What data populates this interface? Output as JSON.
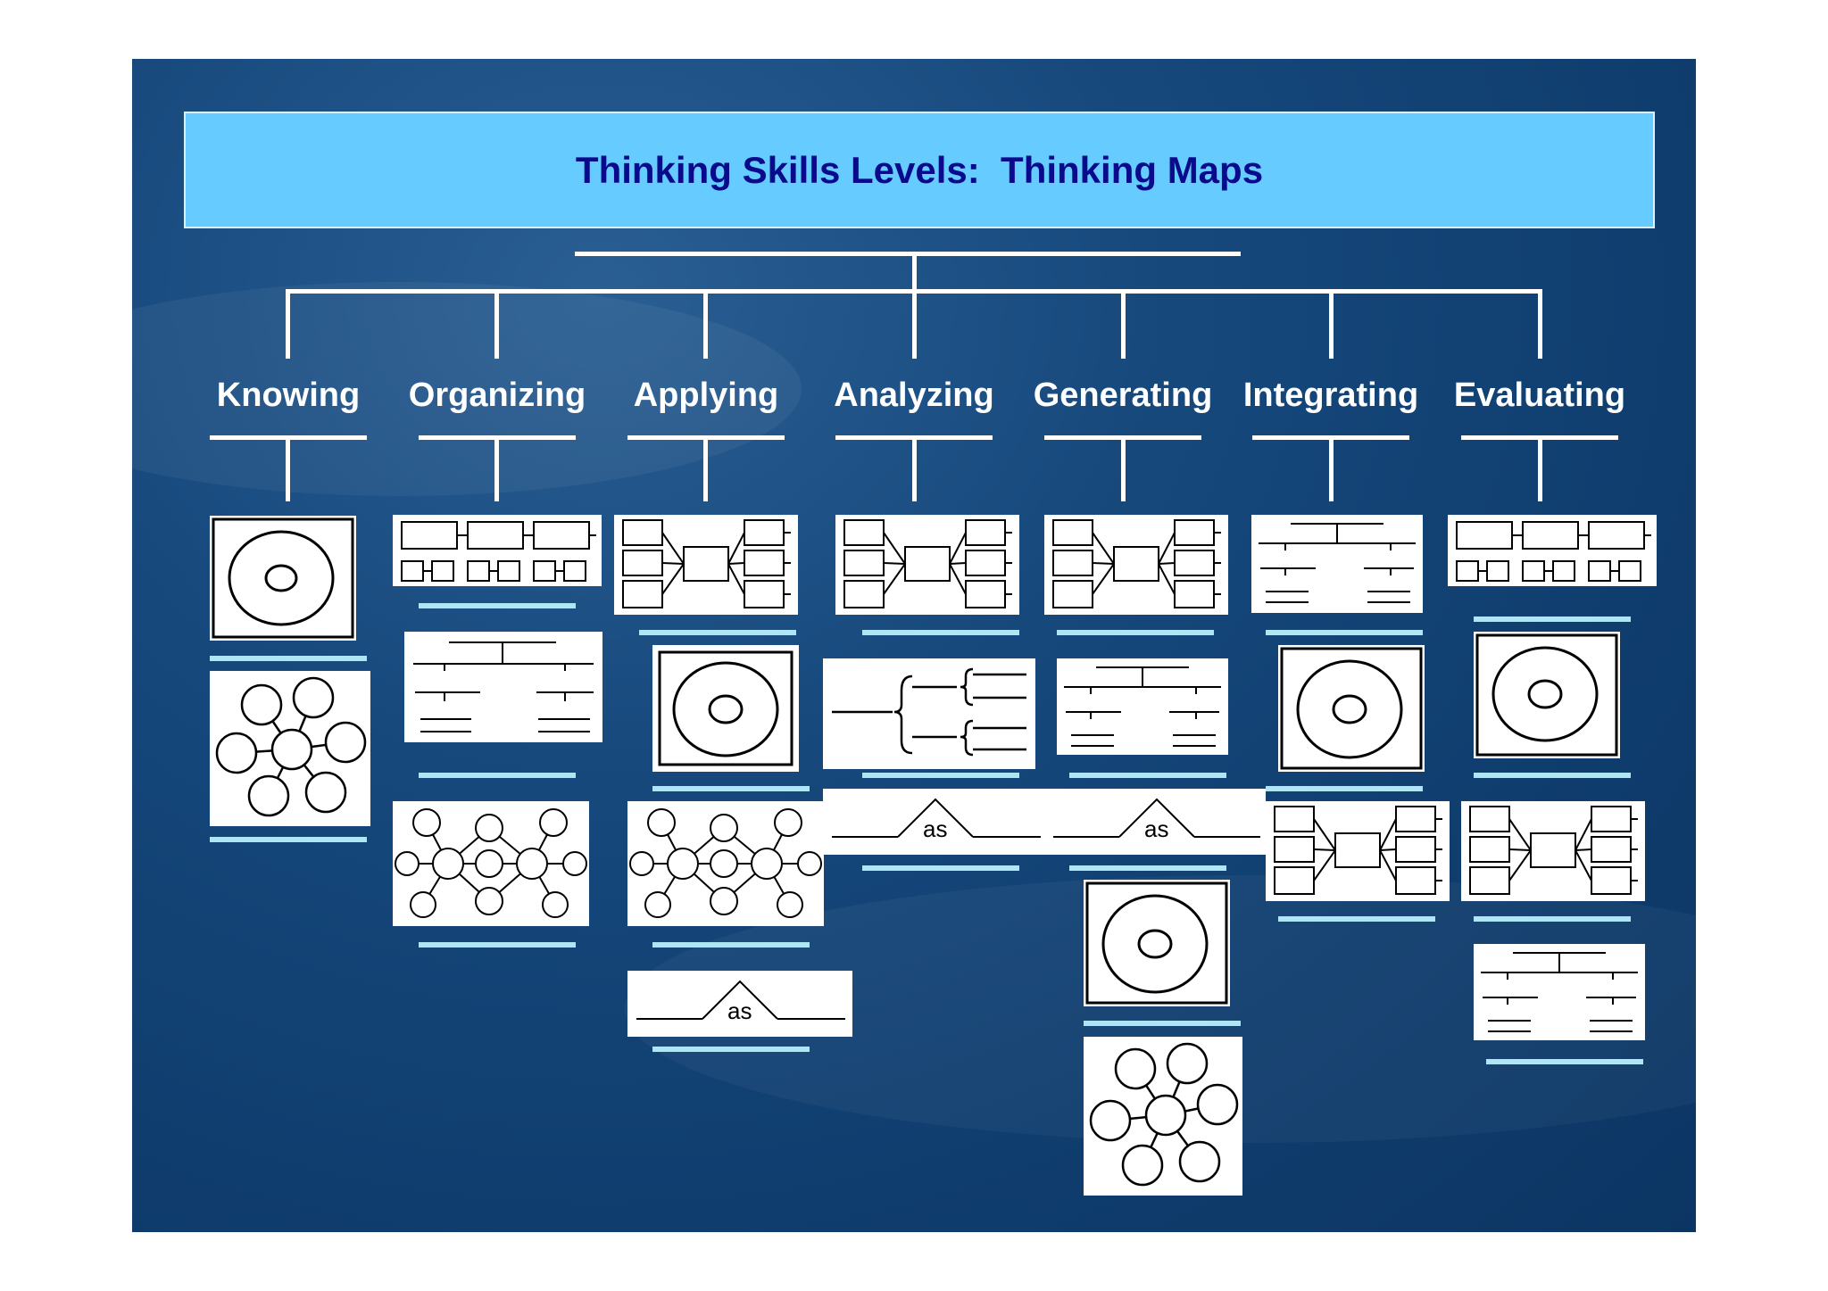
{
  "title": "Thinking Skills Levels:  Thinking Maps",
  "levels": [
    {
      "label": "Knowing",
      "maps": [
        "circle-map",
        "bubble-map"
      ]
    },
    {
      "label": "Organizing",
      "maps": [
        "flow-map",
        "tree-map",
        "double-bubble-map"
      ]
    },
    {
      "label": "Applying",
      "maps": [
        "multi-flow-map",
        "circle-map",
        "double-bubble-map",
        "bridge-map"
      ]
    },
    {
      "label": "Analyzing",
      "maps": [
        "multi-flow-map",
        "brace-map",
        "bridge-map"
      ]
    },
    {
      "label": "Generating",
      "maps": [
        "multi-flow-map",
        "tree-map",
        "bridge-map",
        "circle-map",
        "bubble-map"
      ]
    },
    {
      "label": "Integrating",
      "maps": [
        "tree-map",
        "circle-map",
        "multi-flow-map"
      ]
    },
    {
      "label": "Evaluating",
      "maps": [
        "flow-map",
        "circle-map",
        "multi-flow-map",
        "tree-map"
      ]
    }
  ],
  "bridge_text": "as",
  "colors": {
    "slide_bg": "#12457a",
    "title_box": "#66ccff",
    "title_text": "#0a0a8c",
    "separator": "#aee6f5",
    "connector": "#ffffff"
  }
}
